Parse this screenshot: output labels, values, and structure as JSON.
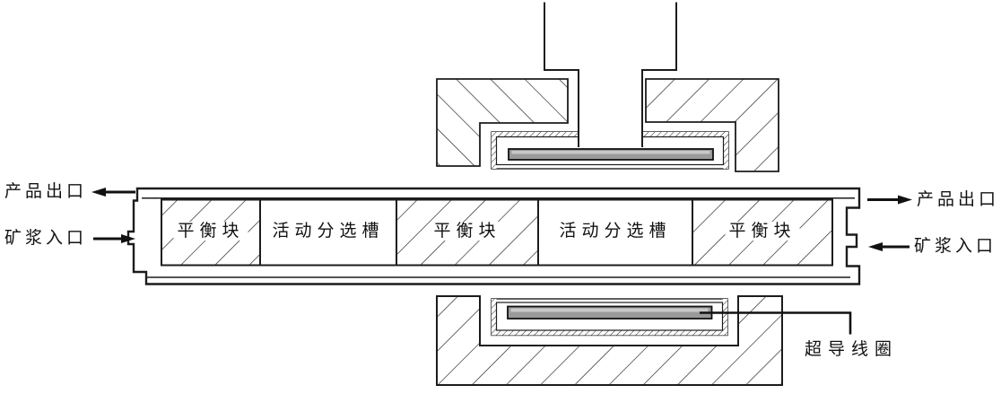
{
  "ports": {
    "left_outlet_label": "产品出口",
    "left_inlet_label": "矿浆入口",
    "right_outlet_label": "产品出口",
    "right_inlet_label": "矿浆入口"
  },
  "vessel": {
    "blocks": [
      {
        "label": "平衡块",
        "type": "balance-block",
        "hatched": true
      },
      {
        "label": "活动分选槽",
        "type": "movable-sorting-trough",
        "hatched": false
      },
      {
        "label": "平衡块",
        "type": "balance-block",
        "hatched": true
      },
      {
        "label": "活动分选槽",
        "type": "movable-sorting-trough",
        "hatched": false
      },
      {
        "label": "平衡块",
        "type": "balance-block",
        "hatched": true
      }
    ]
  },
  "magnet": {
    "coil_label": "超导线圈"
  },
  "colors": {
    "line": "#1c1c1c",
    "coil_fill": "#9a9a9a",
    "coil_highlight": "#c8c8c8",
    "background": "#ffffff"
  }
}
